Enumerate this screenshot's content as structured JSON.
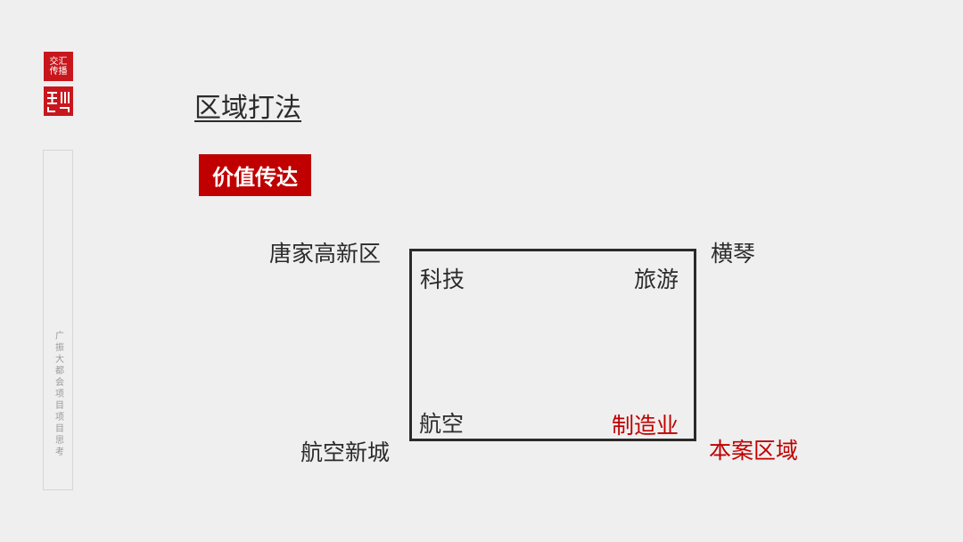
{
  "logo": {
    "top_text": "交汇\n传播",
    "icon": "red-seal-logo"
  },
  "sidebar": {
    "vertical_text": "广振大都会项目项目思考"
  },
  "page": {
    "title": "区域打法"
  },
  "badge": {
    "label": "价值传达"
  },
  "diagram": {
    "outer_top_left": "唐家高新区",
    "outer_top_right": "横琴",
    "outer_bottom_left": "航空新城",
    "outer_bottom_right": "本案区域",
    "inner_top_left": "科技",
    "inner_top_right": "旅游",
    "inner_bottom_left": "航空",
    "inner_bottom_right": "制造业"
  },
  "colors": {
    "accent_red": "#c00000",
    "text_dark": "#2b2b2b",
    "background": "#efefef"
  }
}
